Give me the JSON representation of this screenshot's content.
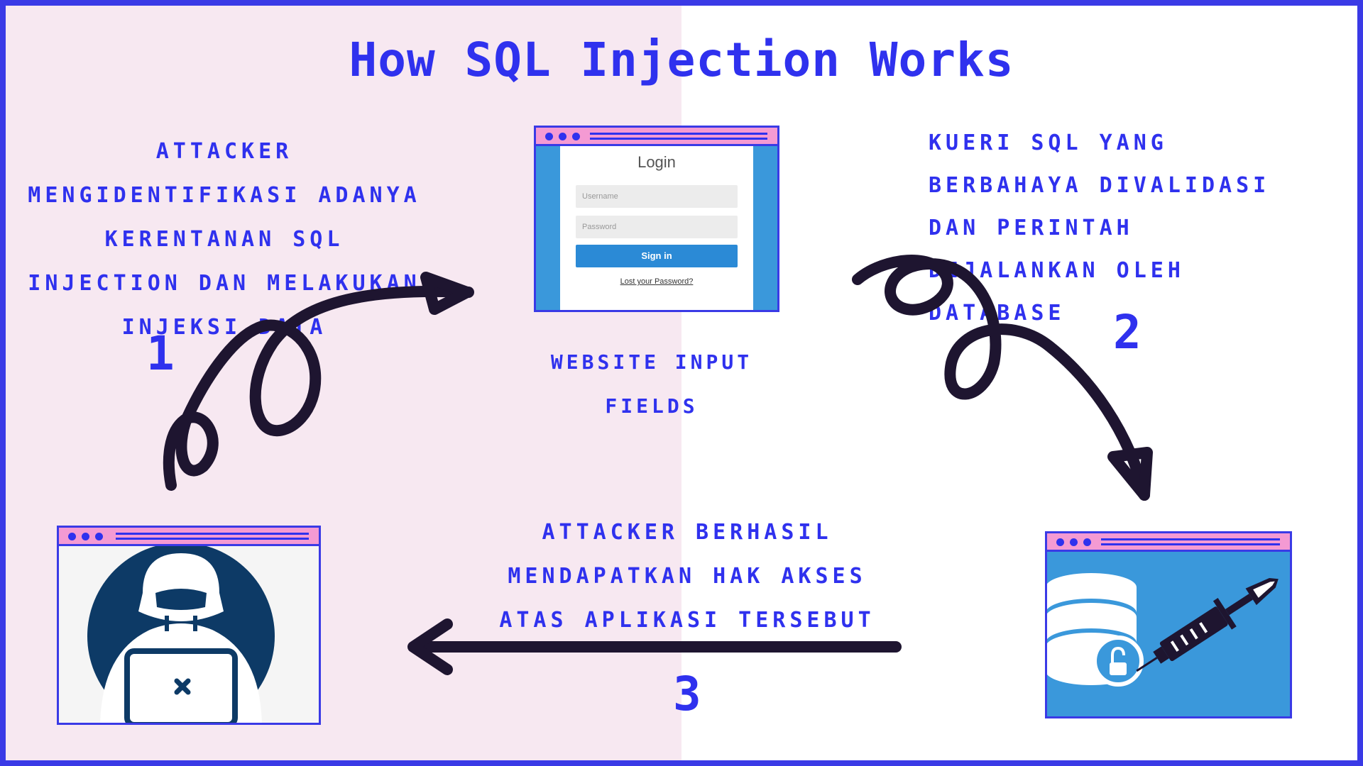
{
  "title": "How SQL Injection Works",
  "steps": [
    {
      "number": "1",
      "caption": "ATTACKER MENGIDENTIFIKASI ADANYA KERENTANAN SQL INJECTION DAN MELAKUKAN INJEKSI DATA"
    },
    {
      "number": "2",
      "caption": "KUERI SQL YANG BERBAHAYA DIVALIDASI DAN PERINTAH DIJALANKAN OLEH DATABASE"
    },
    {
      "number": "3",
      "caption": "ATTACKER BERHASIL MENDAPATKAN HAK AKSES ATAS APLIKASI TERSEBUT"
    }
  ],
  "website_caption": "WEBSITE INPUT FIELDS",
  "login_form": {
    "title": "Login",
    "username_placeholder": "Username",
    "password_placeholder": "Password",
    "sign_in_label": "Sign in",
    "lost_password_link": "Lost your Password?"
  },
  "colors": {
    "accent": "#2f31ee",
    "left_background": "#f7e8f1",
    "window_bar": "#f49ad3",
    "arrow": "#1e1530",
    "login_side": "#3a98db",
    "sign_in_button": "#2b8ad6",
    "hacker_circle": "#0d3a66"
  },
  "icons": [
    "hacker-icon",
    "database-icon",
    "syringe-icon",
    "unlock-icon",
    "loop-arrow-icon",
    "left-arrow-icon"
  ]
}
